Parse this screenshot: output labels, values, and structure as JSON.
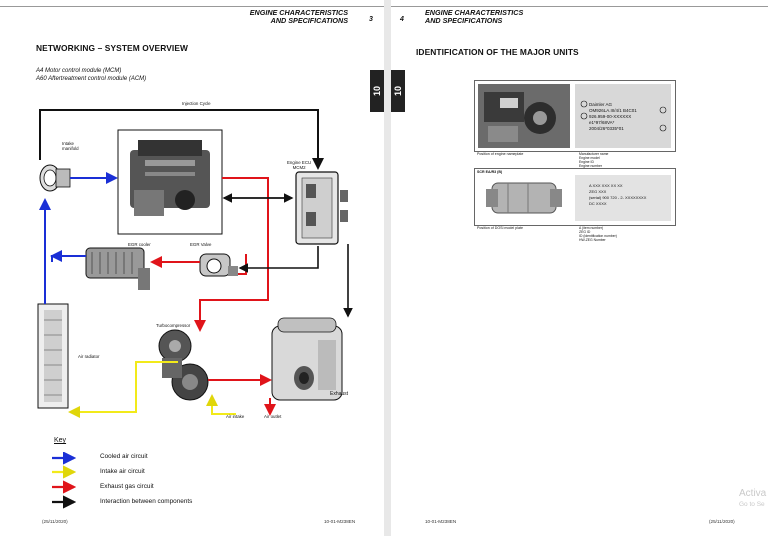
{
  "left_page": {
    "header": {
      "line1": "ENGINE CHARACTERISTICS",
      "line2": "AND SPECIFICATIONS",
      "page_number": "3"
    },
    "title": "NETWORKING – SYSTEM OVERVIEW",
    "subtitle": {
      "line1": "A4 Motor control module (MCM)",
      "line2": "A60 Aftertreatment control module (ACM)"
    },
    "diagram_labels": {
      "injection_cycle": "Injection Cycle",
      "intake_manifold": "Intake\nmanifold",
      "engine_ecu": "Engine ECU\nMCM2",
      "egr_cooler": "EGR cooler",
      "egr_valve": "EGR Valve",
      "turbocompressor": "Turbocompressor",
      "air_radiator": "Air radiator",
      "exhaust": "Exhaust",
      "air_intake": "Air intake",
      "air_outlet": "Air outlet"
    },
    "key": {
      "title": "Key",
      "items": [
        {
          "label": "Cooled air circuit",
          "color": "#1a2fd6"
        },
        {
          "label": "Intake air circuit",
          "color": "#f2ea1a"
        },
        {
          "label": "Exhaust gas circuit",
          "color": "#e0141a"
        },
        {
          "label": "Interaction between components",
          "color": "#111111"
        }
      ]
    },
    "footer": {
      "date": "(25/11/2020)",
      "code": "10-01-M238EN"
    }
  },
  "side_tab": {
    "left": "10",
    "right": "10"
  },
  "right_page": {
    "header": {
      "line1": "ENGINE CHARACTERISTICS",
      "line2": "AND SPECIFICATIONS",
      "page_number": "4"
    },
    "title": "IDENTIFICATION OF THE MAJOR UNITS",
    "plate1": {
      "lines": [
        "Daimler AG",
        "OM926LA.III/4/1 B4C01",
        "926.959-00-XXXXXX",
        "e1*97/68VA*",
        "2004/26*0335*01"
      ],
      "caption": "Position of engine nameplate",
      "legend": [
        "Manufacturer name",
        "Engine model",
        "Engine ID",
        "Engine number"
      ]
    },
    "plate2": {
      "header": "SCR EA/R3 (B)",
      "lines": [
        "A XXX XXX XX XX",
        "ZEG XXX",
        "(serial) 900 720 - 2- XXXXXXXX",
        "DC XXXX"
      ],
      "caption": "Position of DOSi model plate",
      "legend": [
        "A (item number)",
        "ZEG ID",
        "ID (identification number)",
        "HW-ZEG Number"
      ]
    },
    "footer": {
      "code": "10-01-M238EN",
      "date": "(25/11/2020)"
    },
    "watermark": {
      "line1": "Activa",
      "line2": "Go to Se"
    }
  },
  "colors": {
    "cooled": "#1a2fd6",
    "intake": "#f2ea1a",
    "exhaust": "#e0141a",
    "interaction": "#111111",
    "tab": "#222222"
  },
  "icons": [
    "engine-block",
    "ecu-module",
    "egr-cooler",
    "egr-valve",
    "turbocompressor",
    "air-radiator",
    "exhaust-unit",
    "intake-manifold"
  ]
}
